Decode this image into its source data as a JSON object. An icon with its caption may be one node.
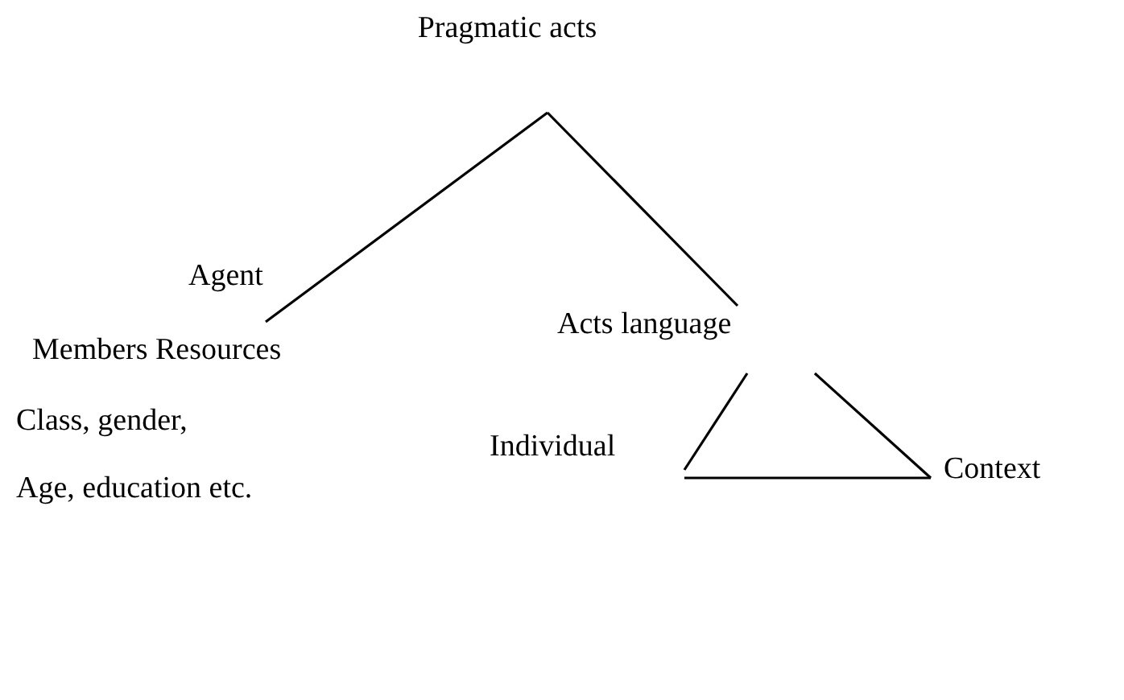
{
  "diagram": {
    "nodes": [
      {
        "text": [
          "Pragmatic acts"
        ]
      },
      {
        "text": [
          "Agent"
        ]
      },
      {
        "text": [
          "Acts language"
        ]
      },
      {
        "text": [
          "Individual"
        ]
      },
      {
        "text": [
          "Context"
        ]
      }
    ],
    "edges": [
      {
        "from": 0,
        "to": 1,
        "arrow": "none"
      },
      {
        "from": 0,
        "to": 2,
        "arrow": "none"
      },
      {
        "from": 2,
        "to": 3,
        "arrow": "none"
      },
      {
        "from": 2,
        "to": 4,
        "arrow": "none"
      },
      {
        "from": 3,
        "to": 4,
        "arrow": "none"
      }
    ],
    "labels": [
      "Members Resources",
      "Class, gender,",
      "Age, education etc."
    ]
  }
}
